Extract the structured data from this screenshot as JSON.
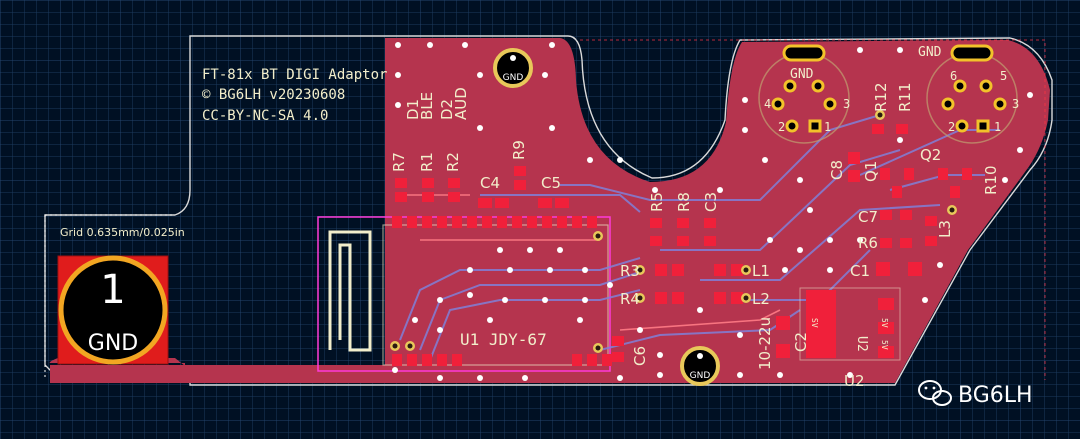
{
  "board": {
    "title": "FT-81x BT DIGI Adaptor",
    "version": "© BG6LH v20230608",
    "license": "CC-BY-NC-SA 4.0",
    "grid_note": "Grid 0.635mm/0.025in",
    "gnd_pad_number": "1",
    "gnd_pad_label": "GND",
    "gnd_via_label": "GND",
    "gnd_silk_top": "GND",
    "module_label": "U1 JDY-67",
    "u2_label": "U2",
    "u2_inner": "U2",
    "c2_label": "C2",
    "c2_value": "10-22u",
    "watermark": "BG6LH",
    "pad_numbers": {
      "one": "1",
      "two": "2",
      "three": "3",
      "four": "4",
      "five": "5",
      "six": "6"
    },
    "pad_5v": "5V",
    "pad_sv": "SV"
  },
  "refs": {
    "D1": "D1",
    "BLE": "BLE",
    "D2": "D2",
    "AUD": "AUD",
    "R7": "R7",
    "R1": "R1",
    "R2": "R2",
    "R9": "R9",
    "C4": "C4",
    "C5": "C5",
    "R5": "R5",
    "R8": "R8",
    "C3": "C3",
    "R3": "R3",
    "R4": "R4",
    "L1": "L1",
    "L2": "L2",
    "C6": "C6",
    "C8": "C8",
    "R12": "R12",
    "R11": "R11",
    "Q1": "Q1",
    "Q2": "Q2",
    "R10": "R10",
    "C7": "C7",
    "R6": "R6",
    "C1": "C1",
    "L3": "L3"
  },
  "colors": {
    "background": "#001023",
    "grid": "#1c3a5e",
    "copper": "#b5344e",
    "pad": "#f0203a",
    "silkscreen": "#f2eecb",
    "via": "#e8c85a",
    "gnd_pad_fill": "#e01c1c",
    "gnd_pad_ring": "#f2a622",
    "antenna": "#f2eecb",
    "courtyard": "#ff3ad8"
  },
  "icons": [
    "wechat-icon"
  ]
}
